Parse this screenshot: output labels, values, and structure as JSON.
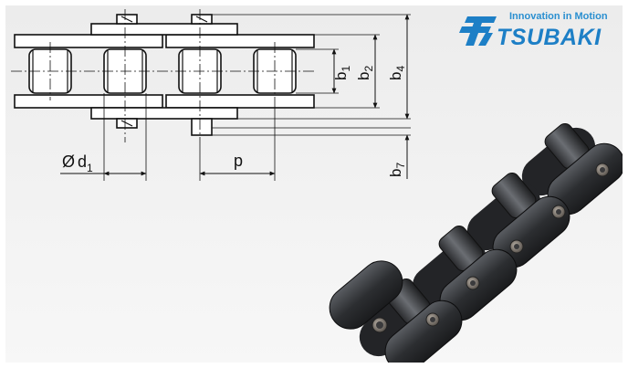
{
  "brand": {
    "tagline": "Innovation in Motion",
    "name": "TSUBAKI",
    "color": "#1d7fc6"
  },
  "drawing": {
    "labels": {
      "diameter_symbol": "Ø",
      "d": "d",
      "d_sub": "1",
      "p": "p",
      "b1": "b",
      "b1_sub": "1",
      "b2": "b",
      "b2_sub": "2",
      "b4": "b",
      "b4_sub": "4",
      "b7": "b",
      "b7_sub": "7"
    }
  },
  "product_photo": {
    "icon": "roller-chain-photo-icon"
  }
}
